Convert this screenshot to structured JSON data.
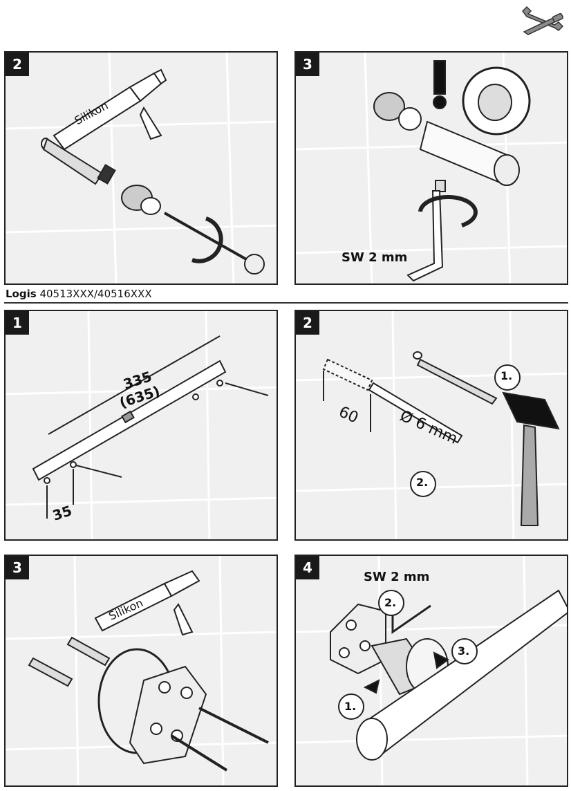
{
  "header": {
    "tools_icon": "wrench-screwdriver-icon"
  },
  "section_top": {
    "panels": [
      {
        "number": "2",
        "labels": {
          "cartridge": "Silikon"
        }
      },
      {
        "number": "3",
        "labels": {
          "key": "SW 2 mm"
        }
      }
    ]
  },
  "product": {
    "brand": "Logis",
    "models": "40513XXX/40516XXX"
  },
  "section_bottom": {
    "panels": [
      {
        "number": "1",
        "labels": {
          "dim_main": "335",
          "dim_alt": "(635)",
          "dim_offset": "35"
        }
      },
      {
        "number": "2",
        "labels": {
          "depth": "60",
          "drill": "Ø 6 mm",
          "step1": "1.",
          "step2": "2."
        }
      },
      {
        "number": "3",
        "labels": {
          "cartridge": "Silikon"
        }
      },
      {
        "number": "4",
        "labels": {
          "key": "SW 2 mm",
          "step1": "1.",
          "step2": "2.",
          "step3": "3."
        }
      }
    ]
  }
}
